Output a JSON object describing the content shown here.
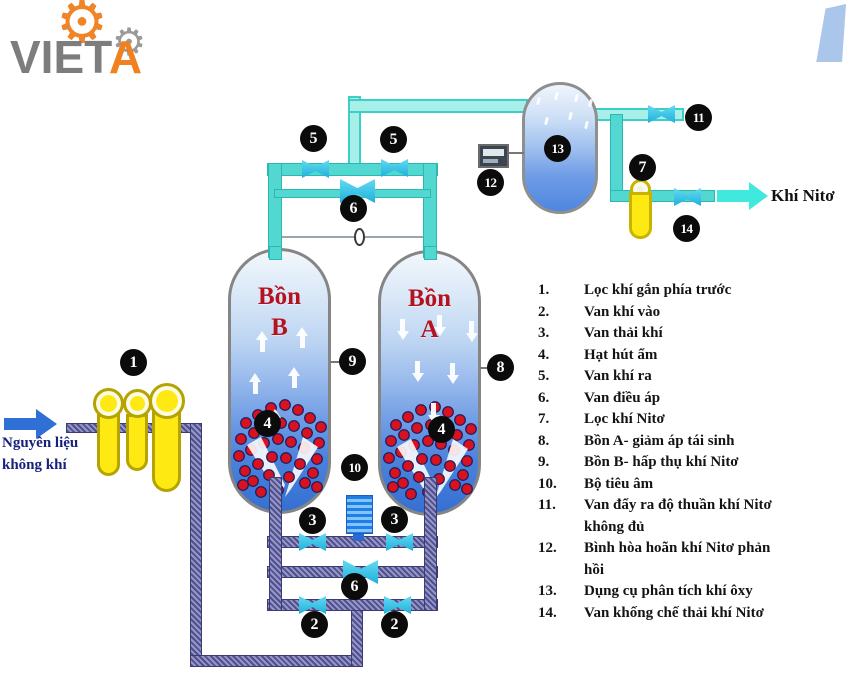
{
  "logo": {
    "brand_gray": "VIET",
    "brand_orange": "A"
  },
  "inlet": {
    "label": "Nguyên liệu\nkhông khí"
  },
  "outlet": {
    "label": "Khí Nitơ"
  },
  "tanks": {
    "left": {
      "label": "Bồn\nB"
    },
    "right": {
      "label": "Bồn\nA"
    }
  },
  "badges": [
    "1",
    "5",
    "5",
    "6",
    "12",
    "13",
    "11",
    "7",
    "14",
    "9",
    "8",
    "4",
    "4",
    "10",
    "3",
    "3",
    "6",
    "2",
    "2"
  ],
  "legend": {
    "items": [
      {
        "num": "1.",
        "text": "Lọc khí gắn phía trước"
      },
      {
        "num": "2.",
        "text": "Van khí vào"
      },
      {
        "num": "3.",
        "text": "Van thải khí"
      },
      {
        "num": "4.",
        "text": "Hạt hút ẩm"
      },
      {
        "num": "5.",
        "text": "Van khí ra"
      },
      {
        "num": "6.",
        "text": "Van điều áp"
      },
      {
        "num": "7.",
        "text": "Lọc khí Nitơ"
      },
      {
        "num": "8.",
        "text": "Bồn A- giảm áp tái sinh"
      },
      {
        "num": "9.",
        "text": "Bồn B- hấp thụ khí Nitơ"
      },
      {
        "num": "10.",
        "text": "Bộ tiêu âm"
      },
      {
        "num": "11.",
        "text": "Van đẩy ra độ thuần khí Nitơ\nkhông đủ"
      },
      {
        "num": "12.",
        "text": "Bình hòa hoãn khí Nitơ phản\nhồi"
      },
      {
        "num": "13.",
        "text": "Dụng cụ phân tích khí ôxy"
      },
      {
        "num": "14.",
        "text": "Van khống chế thải khí Nitơ"
      }
    ]
  },
  "colors": {
    "pipe_cyan": "#52d8d0",
    "pipe_purple": "#6a6aa8",
    "valve_cyan": "#38c6e8",
    "tank_blue": "#3570d2",
    "bead_red": "#d8121e",
    "filter_yellow": "#ffe913",
    "logo_orange": "#f08020",
    "logo_gray": "#7d7d7d",
    "tank_label_red": "#b5121f",
    "inlet_text_navy": "#16227a"
  }
}
